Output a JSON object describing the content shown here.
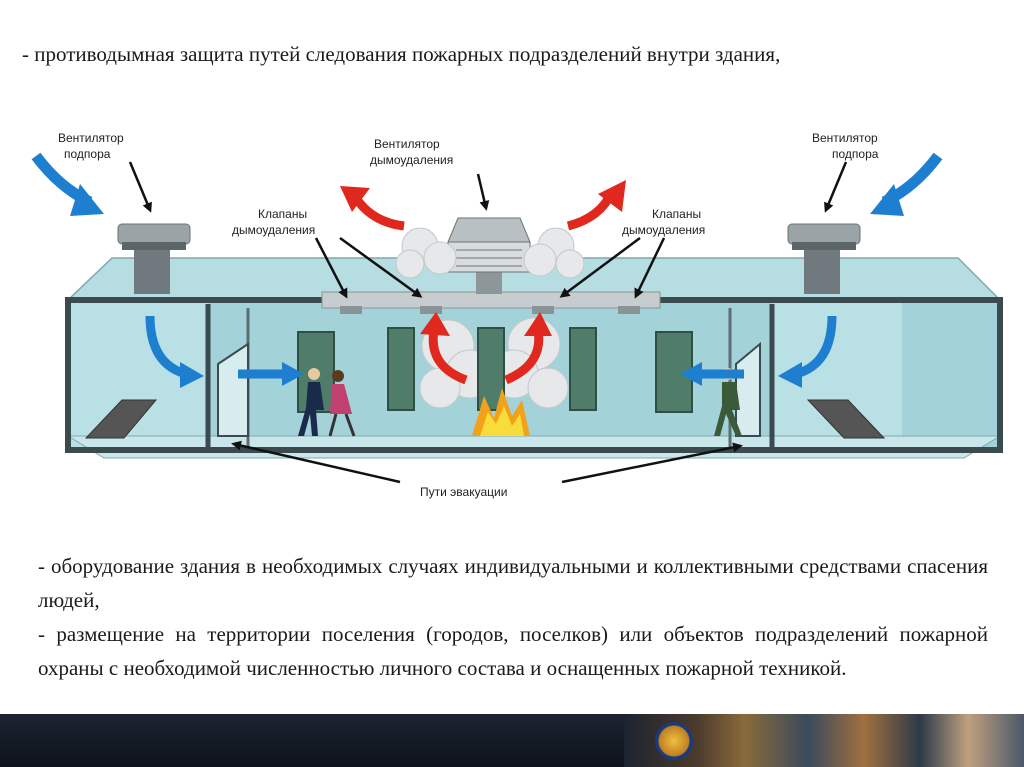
{
  "top_text": "- противодымная защита путей следования пожарных подразделений внутри здания,",
  "diagram": {
    "labels": {
      "fan_left_1": "Вентилятор",
      "fan_left_2": "подпора",
      "fan_center_1": "Вентилятор",
      "fan_center_2": "дымоудаления",
      "fan_right_1": "Вентилятор",
      "fan_right_2": "подпора",
      "valves_left_1": "Клапаны",
      "valves_left_2": "дымоудаления",
      "valves_right_1": "Клапаны",
      "valves_right_2": "дымоудаления",
      "evacuation": "Пути эвакуации"
    },
    "colors": {
      "fresh_air": "#1e7fd0",
      "smoke_flow": "#e0281e",
      "building": "#a9d6dc",
      "frame": "#3b4a4e"
    }
  },
  "bottom_text": {
    "p1": "- оборудование здания в необходимых случаях индивидуальными и коллективными средствами спасения людей,",
    "p2": "- размещение на территории поселения (городов, поселков) или объектов подразделений пожарной охраны с необходимой численностью личного состава и оснащенных пожарной техникой."
  }
}
